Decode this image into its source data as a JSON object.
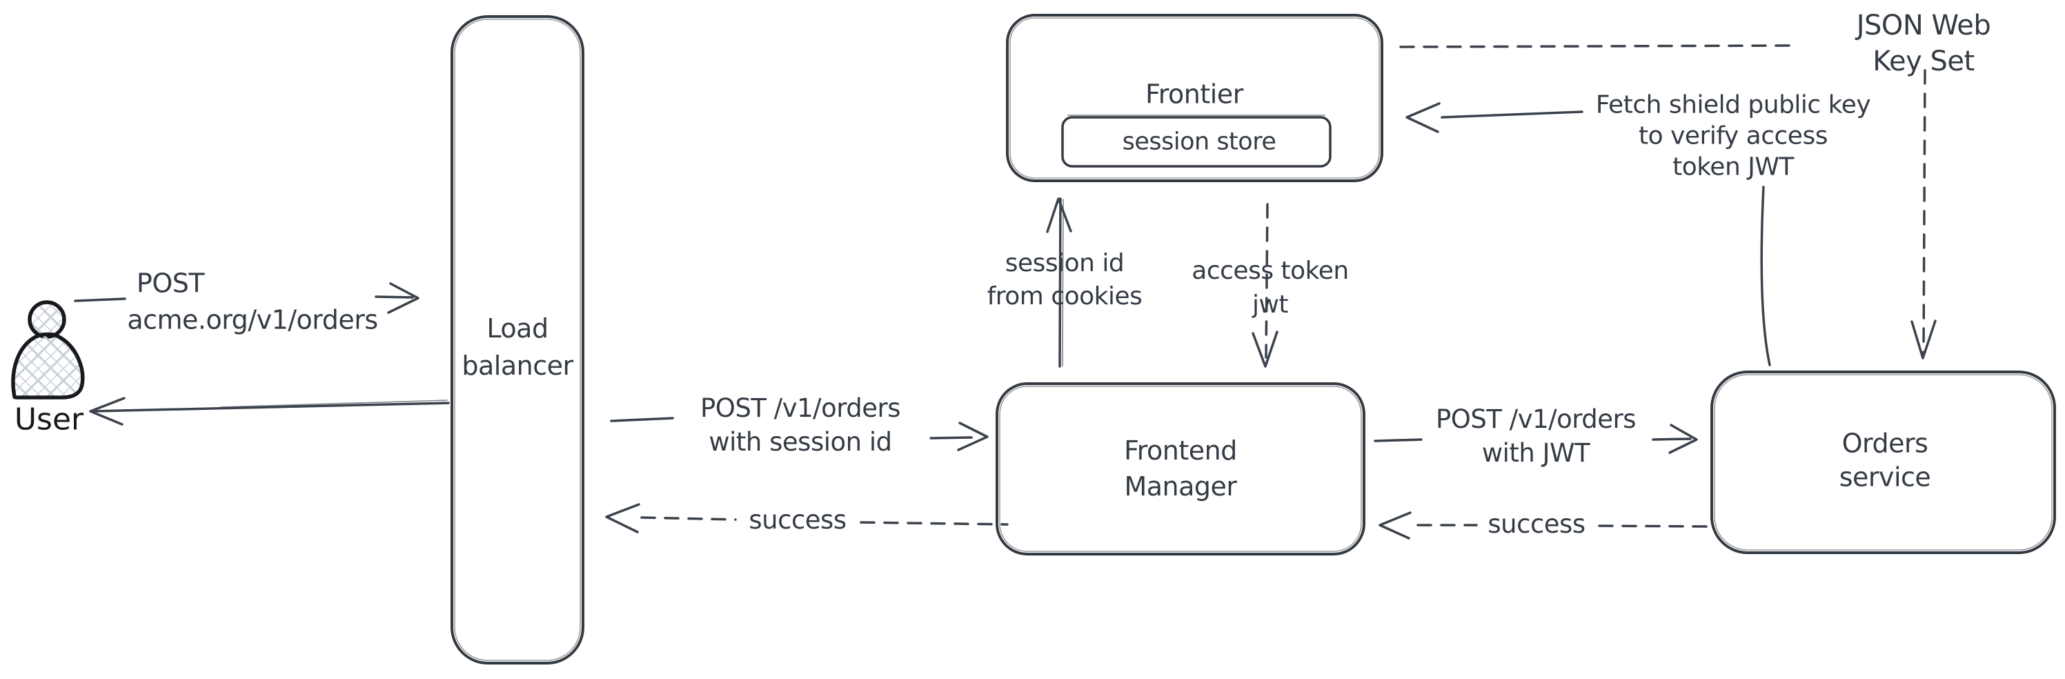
{
  "diagram": {
    "title_hint": "Authentication / order flow sketch diagram",
    "colors": {
      "background": "#ffffff",
      "ink": "#353b44",
      "box_stroke": "#343a42",
      "user_ink": "#17191d",
      "hatch_fill": "#c9d0da"
    },
    "nodes": {
      "user": {
        "label": "User"
      },
      "load_balancer": {
        "label": "Load\nbalancer"
      },
      "frontier": {
        "label": "Frontier"
      },
      "session_store": {
        "label": "session store"
      },
      "frontend_manager": {
        "label": "Frontend\nManager"
      },
      "orders_service": {
        "label": "Orders service"
      },
      "jwks": {
        "label": "JSON Web Key Set"
      }
    },
    "edges": {
      "user_to_lb": {
        "label_line1": "POST",
        "label_line2": "acme.org/v1/orders"
      },
      "lb_to_fm": {
        "label": "POST /v1/orders\nwith session id"
      },
      "fm_to_lb": {
        "label": "success"
      },
      "fm_to_frontier": {
        "label": "session id\nfrom cookies"
      },
      "frontier_to_fm": {
        "label": "access token\njwt"
      },
      "fm_to_orders": {
        "label": "POST /v1/orders\nwith JWT"
      },
      "orders_to_fm": {
        "label": "success"
      },
      "orders_to_frontier": {
        "label": "Fetch shield public key\nto verify access\ntoken JWT"
      }
    }
  }
}
